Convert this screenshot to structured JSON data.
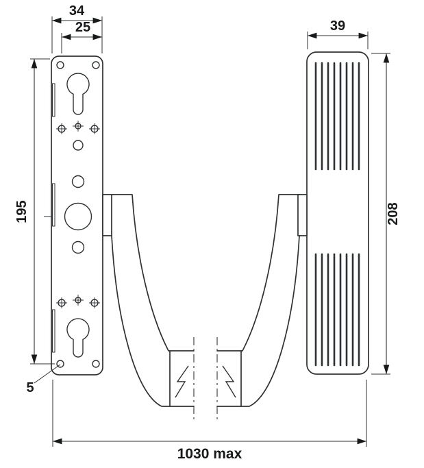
{
  "drawing": {
    "dimensions": {
      "plate_width": "34",
      "plate_slot_width": "25",
      "pad_width": "39",
      "plate_height": "195",
      "pad_height": "208",
      "edge_offset": "5",
      "overall_length": "1030 max"
    },
    "colors": {
      "line": "#2e3133",
      "text": "#17191a",
      "background": "#ffffff"
    }
  }
}
